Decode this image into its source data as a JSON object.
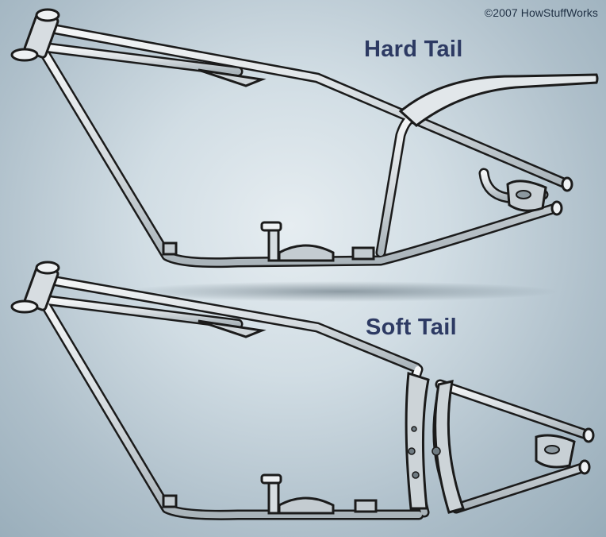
{
  "copyright": "©2007 HowStuffWorks",
  "frames": [
    {
      "label": "Hard Tail"
    },
    {
      "label": "Soft Tail"
    }
  ],
  "colors": {
    "background_light": "#e6edf1",
    "background_dark": "#97acb9",
    "label": "#2d3a63",
    "tube_outline": "#1b1b1b",
    "tube_fill": "#dfe4e7"
  }
}
